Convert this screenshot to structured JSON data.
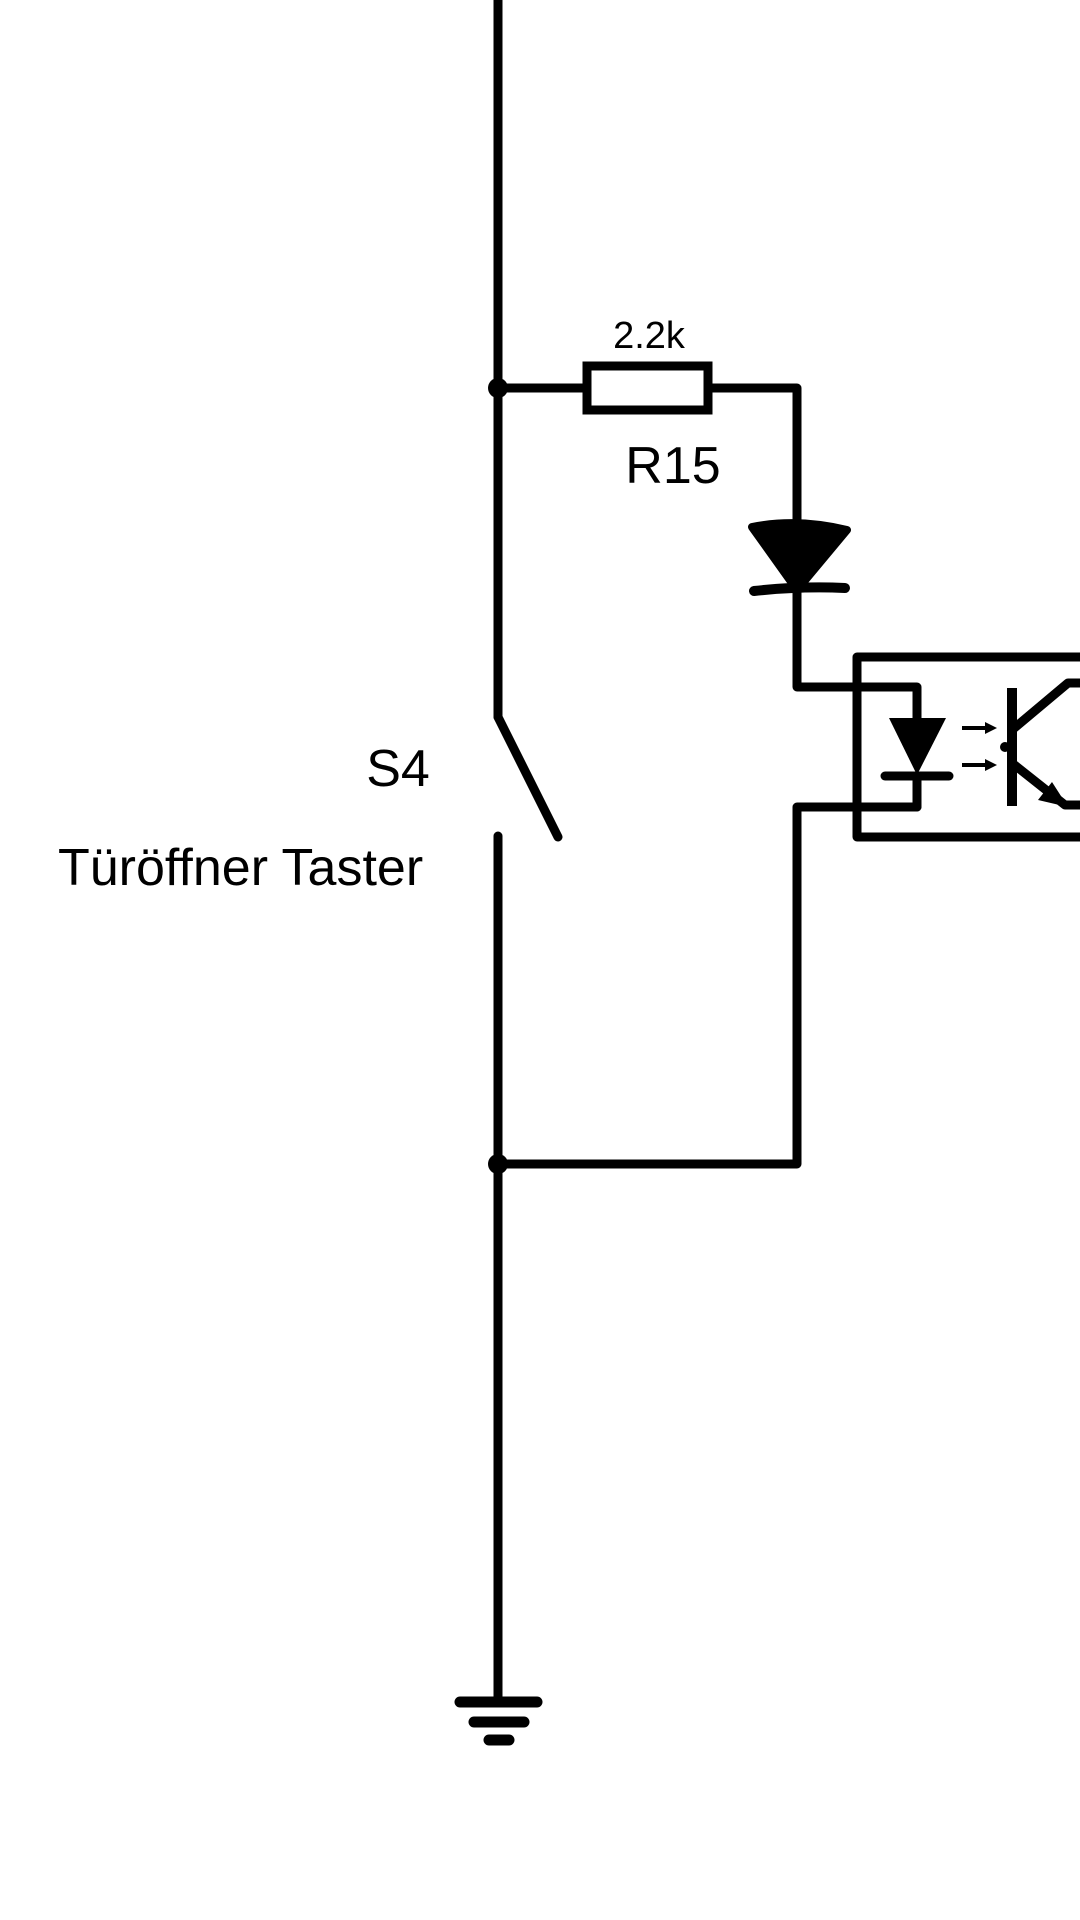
{
  "diagram": {
    "title": "Türöffner Taster optocoupler input",
    "colors": {
      "line": "#000000",
      "background": "#ffffff"
    },
    "components": {
      "resistor": {
        "ref": "R15",
        "value": "2.2k"
      },
      "switch": {
        "ref": "S4",
        "description": "Türöffner Taster",
        "type": "push-button (normally open)"
      },
      "diode": {
        "type": "diode (hand-drawn)"
      },
      "optocoupler": {
        "type": "LED + phototransistor"
      },
      "ground": {
        "type": "ground symbol"
      }
    }
  }
}
